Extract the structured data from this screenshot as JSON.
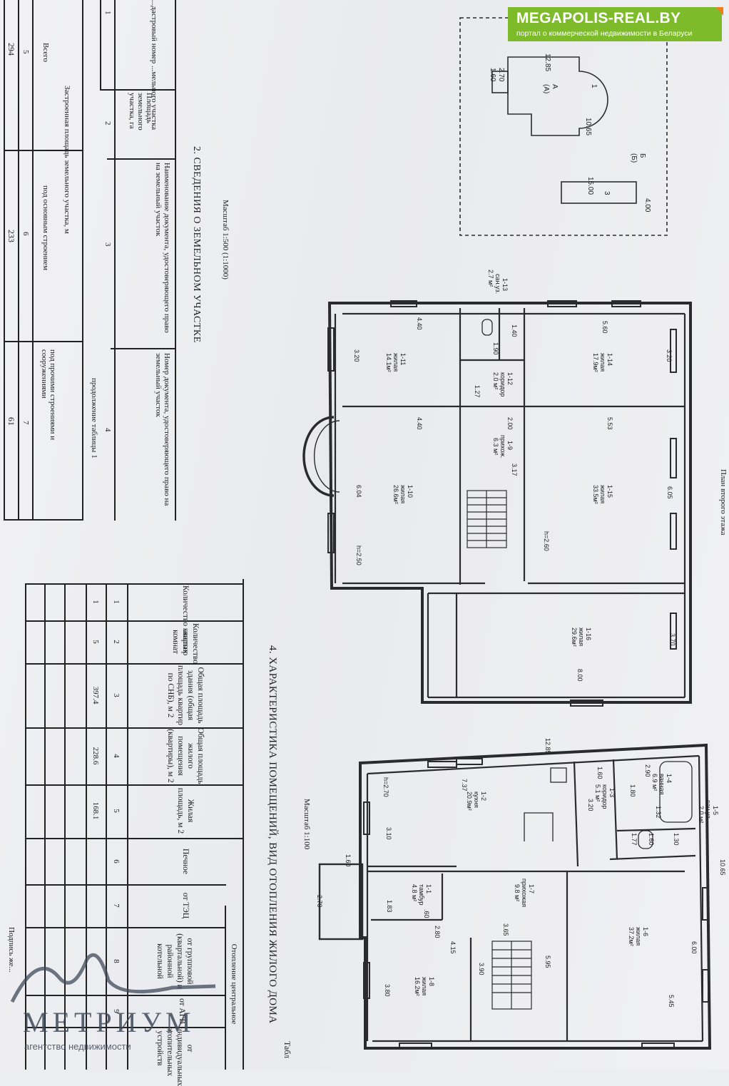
{
  "watermark_top": {
    "title": "MEGAPOLIS-REAL.BY",
    "subtitle": "портал о коммерческой недвижимости в Беларуси"
  },
  "watermark_bottom": {
    "name": "МЕТРИУМ",
    "subtitle": "агентство недвижимости"
  },
  "land_section": {
    "heading": "2. СВЕДЕНИЯ О ЗЕМЕЛЬНОМ УЧАСТКЕ",
    "scale": "Масштаб 1:500 (1:1000)",
    "columns": [
      "...дастровый номер ...мельного участка",
      "Площадь земельного участка, га",
      "Наименование документа, удостоверяющего право на земельный участок",
      "Номер документа, удостоверяющего право на земельный участок"
    ],
    "column_numbers": [
      "1",
      "2",
      "3",
      "4"
    ],
    "continuation": "продолжение таблицы 1",
    "built_area_title": "Застроенная площадь земельного участка, м",
    "sub_columns": [
      "Всего",
      "под основным строением",
      "под прочими строениями и сооружениями"
    ],
    "sub_column_numbers": [
      "5",
      "6",
      "7"
    ],
    "values": [
      "294",
      "233",
      "61"
    ],
    "footer": "Подпись же..."
  },
  "characteristics": {
    "heading": "4. ХАРАКТЕРИСТИКА ПОМЕЩЕНИЙ, ВИД ОТОПЛЕНИЯ ЖИЛОГО ДОМА",
    "table_label": "Табл",
    "heating_group": "Отопление центральное",
    "columns": [
      {
        "label": "Количество квартир",
        "num": "1",
        "value": "1"
      },
      {
        "label": "Количество жилых комнат",
        "num": "2",
        "value": "5"
      },
      {
        "label": "Общая площадь здания (общая площадь квартир по СНБ), м 2",
        "num": "3",
        "value": "397.4"
      },
      {
        "label": "Общая площадь жилого помещения (квартиры), м 2",
        "num": "4",
        "value": "228.6"
      },
      {
        "label": "Жилая площадь, м 2",
        "num": "5",
        "value": "168.1"
      },
      {
        "label": "Печное",
        "num": "6",
        "value": ""
      },
      {
        "label": "от ТЭЦ",
        "num": "7",
        "value": ""
      },
      {
        "label": "от групповой (квартальной) и районной котельной",
        "num": "8",
        "value": ""
      },
      {
        "label": "от АГВ",
        "num": "9",
        "value": ""
      },
      {
        "label": "от индивидуальных отопительных устройств",
        "num": "",
        "value": ""
      }
    ]
  },
  "site_plan": {
    "labels": [
      "12.85",
      "1",
      "А",
      "(А)",
      "10.65",
      "15.00",
      "3",
      "4.00",
      "2.70",
      "1.60",
      "Б",
      "(Б)"
    ]
  },
  "second_floor": {
    "title": "План второго этажа",
    "rooms": [
      {
        "id": "1-11",
        "type": "жилая",
        "area": "14.1м²"
      },
      {
        "id": "1-12",
        "type": "коридор",
        "area": "2.0 м²"
      },
      {
        "id": "1-13",
        "type": "сан.уз.",
        "area": "2.7 м²"
      },
      {
        "id": "1-14",
        "type": "жилая",
        "area": "17.9м²"
      },
      {
        "id": "1-9",
        "type": "прихож.",
        "area": "6.3 м²"
      },
      {
        "id": "1-10",
        "type": "жилая",
        "area": "26.6м²"
      },
      {
        "id": "1-15",
        "type": "жилая",
        "area": "33.5м²"
      },
      {
        "id": "1-16",
        "type": "жилая",
        "area": "29.6м²"
      }
    ],
    "dims": [
      "4.40",
      "1.40",
      "5.60",
      "3.20",
      "1.90",
      "1.27",
      "3.20",
      "4.40",
      "2.00",
      "5.53",
      "3.17",
      "6.04",
      "6.05",
      "h=2.50",
      "h=2.60",
      "3.70",
      "8.00"
    ]
  },
  "first_floor": {
    "scale": "Масштаб 1:100",
    "rooms": [
      {
        "id": "1-2",
        "type": "кухня",
        "area": "20.9м²"
      },
      {
        "id": "1-3",
        "type": "коридор",
        "area": "5.1 м²"
      },
      {
        "id": "1-4",
        "type": "ванная",
        "area": "6.9 м²"
      },
      {
        "id": "1-5",
        "type": "сан.уз.",
        "area": "2.0 м²"
      },
      {
        "id": "1-1",
        "type": "тамбур",
        "area": "4.8 м²"
      },
      {
        "id": "1-7",
        "type": "прихожая",
        "area": "9.8 м²"
      },
      {
        "id": "1-6",
        "type": "жилая",
        "area": "37.2м²"
      },
      {
        "id": "1-8",
        "type": "жилая",
        "area": "16.2м²"
      }
    ],
    "dims": [
      "12.85",
      "7.37",
      "1.60",
      "2.90",
      "h=2.70",
      "3.10",
      "1.80",
      "3.20",
      "1.32",
      "1.77",
      "1.60",
      "1.30",
      "10.65",
      "1.60",
      "2.70",
      "1.83",
      "2.80",
      "3.65",
      "5.95",
      "6.00",
      "4.15",
      "3.90",
      "3.80",
      "5.45",
      ".60"
    ]
  }
}
